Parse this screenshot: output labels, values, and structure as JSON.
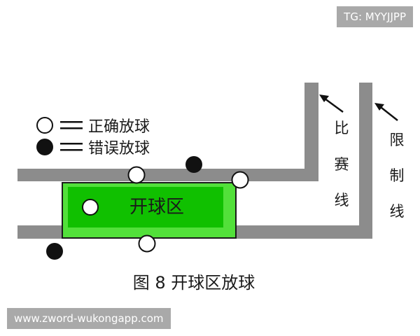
{
  "watermarks": {
    "top_right": "TG: MYYJJPP",
    "bottom_left": "www.zword-wukongapp.com"
  },
  "legend": {
    "correct": {
      "symbol": "○",
      "dash": "═",
      "label": "正确放球"
    },
    "wrong": {
      "symbol": "●",
      "dash": "═",
      "label": "错误放球"
    }
  },
  "labels": {
    "zone": "开球区",
    "game_line": [
      "比",
      "赛",
      "线"
    ],
    "limit_line": [
      "限",
      "制",
      "线"
    ]
  },
  "caption": "图 8 开球区放球",
  "colors": {
    "line_gray": "#8c8c8c",
    "zone_outer": "#52e03a",
    "zone_inner": "#10c000",
    "zone_border": "#1a1a1a",
    "correct_fill": "#ffffff",
    "wrong_fill": "#111111"
  }
}
